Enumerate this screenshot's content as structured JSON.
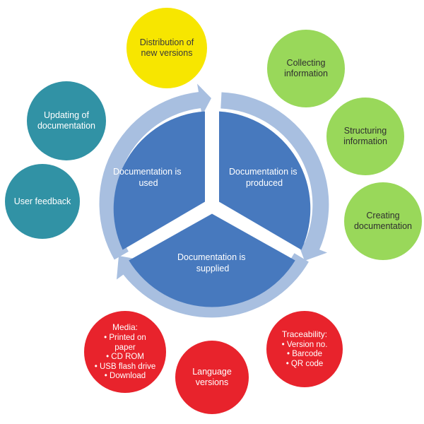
{
  "center": {
    "produced": [
      "Documentation is",
      "produced"
    ],
    "supplied": [
      "Documentation is",
      "supplied"
    ],
    "used": [
      "Documentation is",
      "used"
    ]
  },
  "bubbles": {
    "distribution": "Distribution of new versions",
    "collecting": "Collecting information",
    "structuring": "Structuring information",
    "creating": "Creating documentation",
    "updating": "Updating of documentation",
    "feedback": "User feedback",
    "language": "Language versions",
    "media": {
      "title": "Media:",
      "items": [
        "Printed on paper",
        "CD ROM",
        "USB flash drive",
        "Download"
      ]
    },
    "traceability": {
      "title": "Traceability:",
      "items": [
        "Version no.",
        "Barcode",
        "QR code"
      ]
    }
  },
  "colors": {
    "segment": "#4779be",
    "ring": "#a8bfe0",
    "yellow": "#f7e600",
    "green": "#99d85a",
    "teal": "#3192a5",
    "red": "#e8232c"
  }
}
